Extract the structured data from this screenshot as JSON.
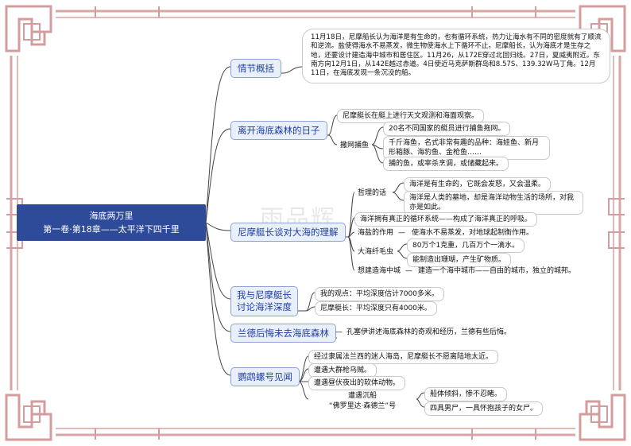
{
  "diagram": {
    "root": {
      "title": "海底两万里",
      "subtitle": "第一卷·第18章——太平洋下四千里"
    },
    "watermark": "雨品辉",
    "branches": [
      {
        "label": "情节概括",
        "summary": "11月18日，尼摩船长认为海洋是有生命的，也有循环系统，热力让海水有不同的密度就有了顺流和逆流。盐使得海水不易蒸发，微生物使海水上下循环不止。尼摩船长，认为海底才是生存之地，还要设计建造海中城市和居住区。11月26，从172E穿过北回归线。27日，夏威夷附近。东南方向12月1日，从142E越过赤道。4日使近马克萨斯群岛和8.57S、139.32W马丁角。12月11日，在海底发现一条沉没的船。"
      },
      {
        "label": "离开海底森林的日子",
        "items": [
          "尼摩艇长在艇上进行天文观测和海面观察。",
          "撒网捕鱼",
          "20名不同国家的艇员进行捕鱼拖网。",
          "千斤海鱼，名式非常有趣的品种：海娃鱼、新月形箱豚、海豹鱼、金枪鱼……",
          "捕的鱼，或宰杀烹调，或储藏起来。"
        ]
      },
      {
        "label": "尼摩艇长谈对大海的理解",
        "items": [
          "哲理的话",
          "海洋是有生命的，它既会发怒，又会温柔。",
          "海洋是人类的墓地，却是海洋动物生活的场所，对我亦是如此。",
          "海洋拥有真正的循环系统——构成了海洋真正的呼吸。",
          "海盐的作用",
          "—",
          "使海水不易蒸发，对地球起制衡作用。",
          "大海纤毛虫",
          "80万个1克重，几百万个一滴水。",
          "能制造出珊瑚，产生矿物质。",
          "想建造海中城",
          "—",
          "建造一个海中城市——自由的城市，独立的城邦。"
        ]
      },
      {
        "label_lines": [
          "我与尼摩艇长",
          "讨论海洋深度"
        ],
        "items": [
          "我的观点：平均深度估计7000多米。",
          "尼摩艇长：平均深度只有4000米。"
        ]
      },
      {
        "label": "兰德后悔未去海底森林",
        "items": [
          "—",
          "孔塞伊讲述海底森林的奇观和经历，兰德有些后悔。"
        ]
      },
      {
        "label": "鹦鹉螺号见闻",
        "items": [
          "经过隶属法兰西的迷人海岛，尼摩艇长不愿离陆地太近。",
          "遭遇大群枪乌贼。",
          "遭遇昼伏夜出的软体动物。",
          "遭遇沉船",
          "“佛罗里达·森德兰”号",
          "船体倾斜，惨不忍睹。",
          "四具男尸，一具怀抱孩子的女尸。"
        ]
      }
    ],
    "colors": {
      "root_fill": "#2e4b9a",
      "branch_text": "#1d3fa8",
      "branch_fill": "#eaf0fb",
      "connector": "#444444",
      "frame": "#c88c8c"
    }
  }
}
